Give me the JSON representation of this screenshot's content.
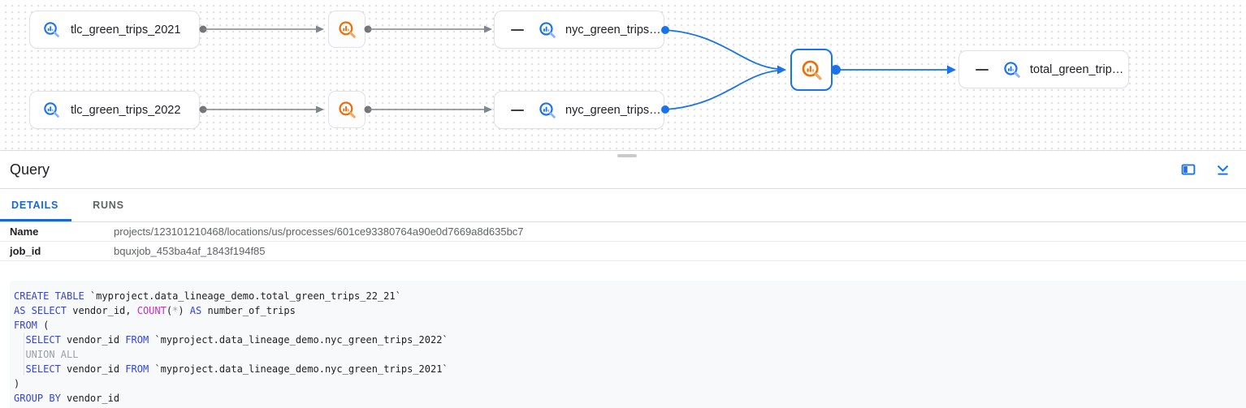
{
  "graph": {
    "nodes": {
      "tlc2021": {
        "label": "tlc_green_trips_2021",
        "type": "table"
      },
      "tlc2022": {
        "label": "tlc_green_trips_2022",
        "type": "table"
      },
      "nyc1": {
        "label": "nyc_green_trips…",
        "type": "table"
      },
      "nyc2": {
        "label": "nyc_green_trips…",
        "type": "table"
      },
      "total": {
        "label": "total_green_trip…",
        "type": "table"
      },
      "query_small_1": {
        "type": "query-process"
      },
      "query_small_2": {
        "type": "query-process"
      },
      "query_selected": {
        "type": "query-process",
        "selected": true
      }
    },
    "icon_names": [
      "bigquery-table-icon",
      "query-process-icon",
      "collapse-minus-icon"
    ],
    "colors": {
      "edge_gray": "#80868b",
      "edge_blue": "#1a73e8",
      "dot_gray": "#757575"
    }
  },
  "panel": {
    "title": "Query",
    "header_icons": [
      "open-side-panel-icon",
      "collapse-panel-icon"
    ],
    "tabs": [
      {
        "label": "DETAILS",
        "active": true
      },
      {
        "label": "RUNS",
        "active": false
      }
    ],
    "fields": [
      {
        "label": "Name",
        "value": "projects/123101210468/locations/us/processes/601ce93380764a90e0d7669a8d635bc7"
      },
      {
        "label": "job_id",
        "value": "bquxjob_453ba4af_1843f194f85"
      }
    ]
  },
  "colors": {
    "accent": "#1a73e8",
    "tab_active": "#1967d2",
    "keyword": "#3745cd",
    "function": "#c231c2",
    "muted": "#9aa0a6",
    "code_bg": "#f8f9fa",
    "icon_orange": "#e8710a",
    "icon_blue": "#1a73e8"
  },
  "code": {
    "lines": [
      [
        [
          "kwd",
          "CREATE TABLE"
        ],
        [
          "pln",
          " `myproject.data_lineage_demo.total_green_trips_22_21`"
        ]
      ],
      [
        [
          "kwd",
          "AS SELECT"
        ],
        [
          "pln",
          " vendor_id, "
        ],
        [
          "fun",
          "COUNT"
        ],
        [
          "pln",
          "("
        ],
        [
          "mut",
          "*"
        ],
        [
          "pln",
          ") "
        ],
        [
          "kwd",
          "AS"
        ],
        [
          "pln",
          " number_of_trips"
        ]
      ],
      [
        [
          "kwd",
          "FROM"
        ],
        [
          "pln",
          " ("
        ]
      ],
      [
        [
          "pln",
          "  "
        ],
        [
          "kwd",
          "SELECT"
        ],
        [
          "pln",
          " vendor_id "
        ],
        [
          "kwd",
          "FROM"
        ],
        [
          "pln",
          " `myproject.data_lineage_demo.nyc_green_trips_2022`"
        ]
      ],
      [
        [
          "pln",
          "  "
        ],
        [
          "mut",
          "UNION ALL"
        ]
      ],
      [
        [
          "pln",
          "  "
        ],
        [
          "kwd",
          "SELECT"
        ],
        [
          "pln",
          " vendor_id "
        ],
        [
          "kwd",
          "FROM"
        ],
        [
          "pln",
          " `myproject.data_lineage_demo.nyc_green_trips_2021`"
        ]
      ],
      [
        [
          "pln",
          ")"
        ]
      ],
      [
        [
          "kwd",
          "GROUP BY"
        ],
        [
          "pln",
          " vendor_id"
        ]
      ]
    ]
  }
}
